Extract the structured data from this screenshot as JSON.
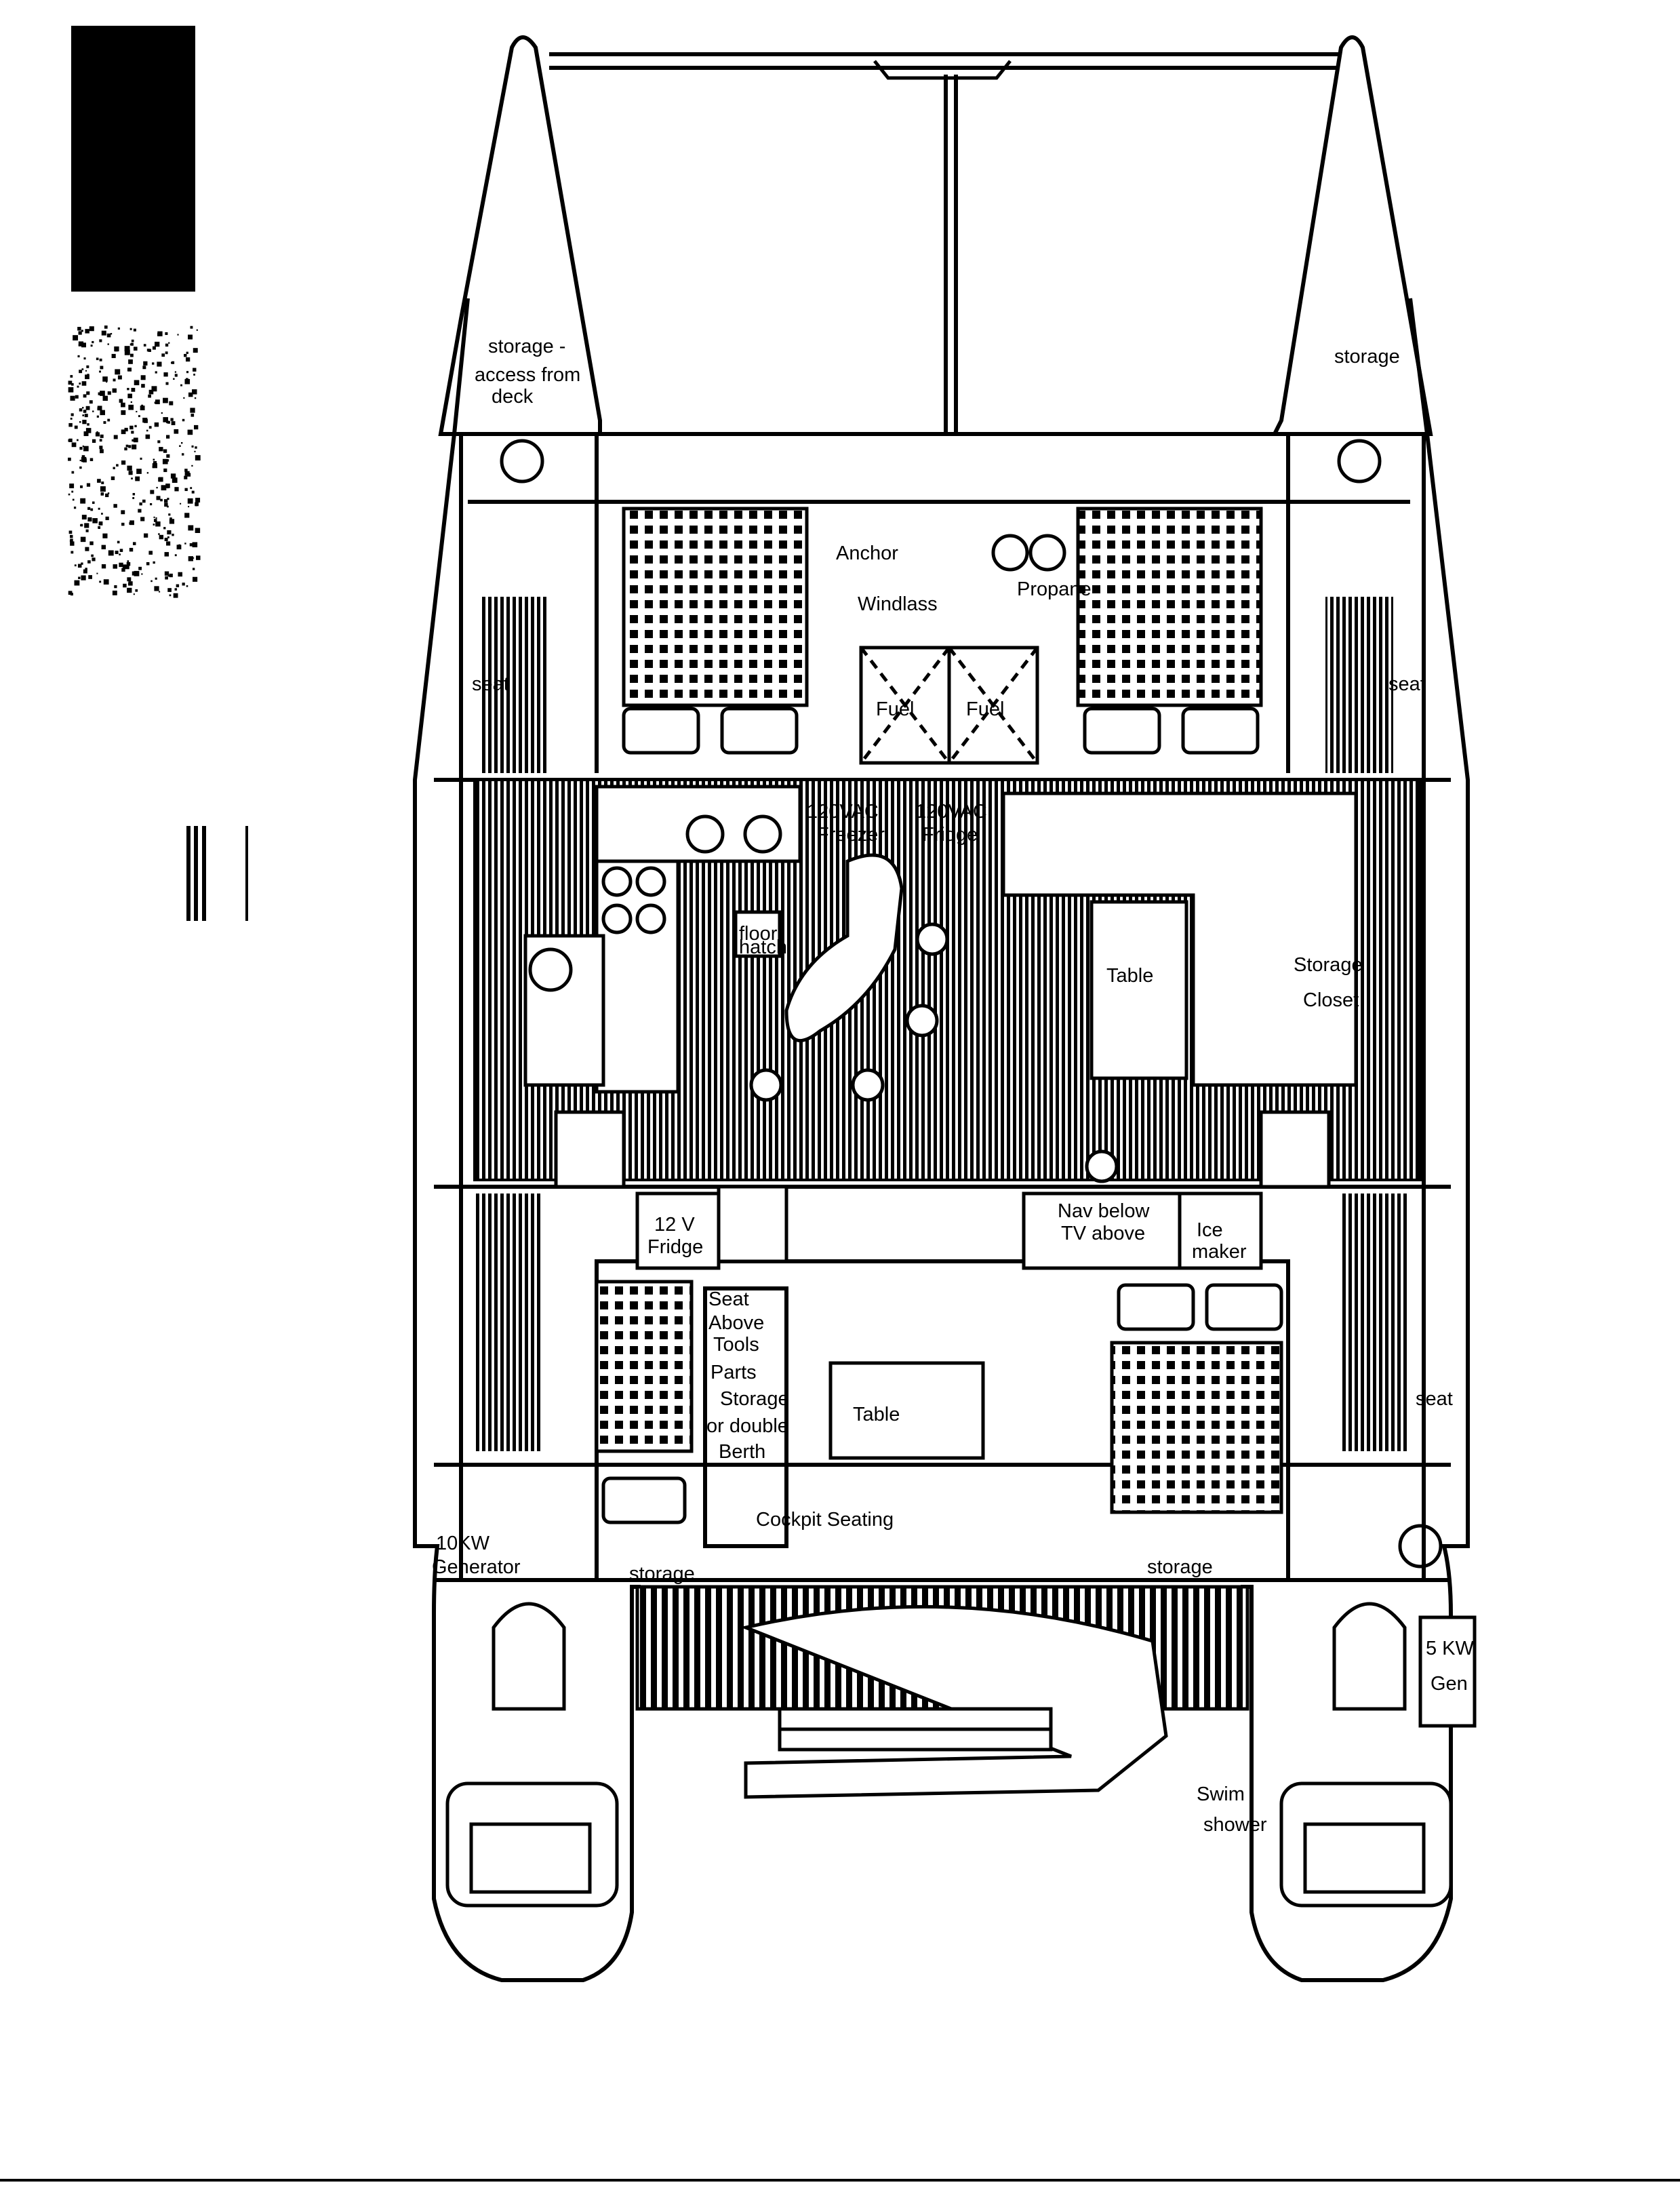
{
  "labels": {
    "storage_port_bow": [
      "storage -",
      "access from",
      "deck"
    ],
    "storage_stbd_bow": "storage",
    "anchor": "Anchor",
    "windlass": "Windlass",
    "propane": "Propane",
    "fuel_port": "Fuel",
    "fuel_stbd": "Fuel",
    "seat_port_fwd": "seat",
    "seat_stbd_fwd": "seat",
    "freezer": [
      "120VAC",
      "Freezer"
    ],
    "fridge": [
      "120VAC",
      "Fridge"
    ],
    "floor_hatch": [
      "floor",
      "hatch"
    ],
    "salon_table": "Table",
    "storage_closet": [
      "Storage",
      "Closet"
    ],
    "fridge_12v": [
      "12 V",
      "Fridge"
    ],
    "nav_tv": [
      "Nav below",
      "TV above"
    ],
    "ice_maker": [
      "Ice",
      "maker"
    ],
    "seat_above": [
      "Seat",
      "Above",
      "Tools",
      "Parts",
      "Storage",
      "or double",
      "Berth"
    ],
    "cockpit_table": "Table",
    "cockpit_seating": "Cockpit Seating",
    "seat_stbd_aft": "seat",
    "generator_10kw": [
      "10KW",
      "Generator"
    ],
    "storage_port_aft": "storage",
    "storage_stbd_aft": "storage",
    "generator_5kw": [
      "5 KW",
      "Gen"
    ],
    "swim_shower": [
      "Swim",
      "shower"
    ]
  }
}
